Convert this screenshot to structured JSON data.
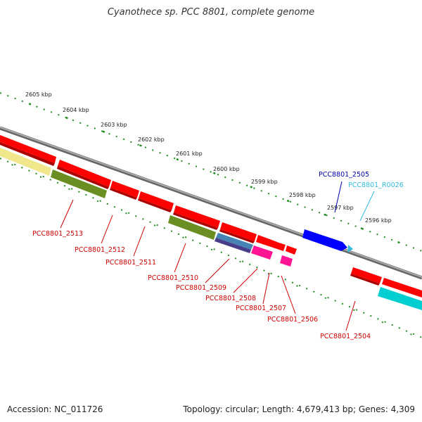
{
  "title": "Cyanothece sp. PCC 8801, complete genome",
  "footer": {
    "accession": "Accession: NC_011726",
    "topology": "Topology: circular; Length: 4,679,413 bp; Genes: 4,309"
  },
  "colors": {
    "gene_red": "#ff0000",
    "gene_olive": "#6b8e23",
    "gene_khaki": "#f0e68c",
    "gene_steelblue": "#4682b4",
    "gene_darkslateblue": "#483d8b",
    "gene_magenta": "#ff1493",
    "gene_blue": "#0000ff",
    "gene_cyan": "#00ced1",
    "label_red": "#cc0000",
    "label_blue": "#0000aa",
    "label_cyan": "#33bbdd",
    "backbone": "#888888",
    "ticks": "#228b22"
  },
  "scale": {
    "kbp_labels": [
      "2605 kbp",
      "2604 kbp",
      "2603 kbp",
      "2602 kbp",
      "2601 kbp",
      "2600 kbp",
      "2599 kbp",
      "2598 kbp",
      "2597 kbp",
      "2596 kbp"
    ]
  },
  "genes": {
    "labels": [
      {
        "text": "PCC8801_2513",
        "color": "label_red"
      },
      {
        "text": "PCC8801_2512",
        "color": "label_red"
      },
      {
        "text": "PCC8801_2511",
        "color": "label_red"
      },
      {
        "text": "PCC8801_2510",
        "color": "label_red"
      },
      {
        "text": "PCC8801_2509",
        "color": "label_red"
      },
      {
        "text": "PCC8801_2508",
        "color": "label_red"
      },
      {
        "text": "PCC8801_2507",
        "color": "label_red"
      },
      {
        "text": "PCC8801_2506",
        "color": "label_red"
      },
      {
        "text": "PCC8801_2505",
        "color": "label_blue"
      },
      {
        "text": "PCC8801_R0026",
        "color": "label_cyan"
      },
      {
        "text": "PCC8801_2504",
        "color": "label_red"
      }
    ]
  }
}
